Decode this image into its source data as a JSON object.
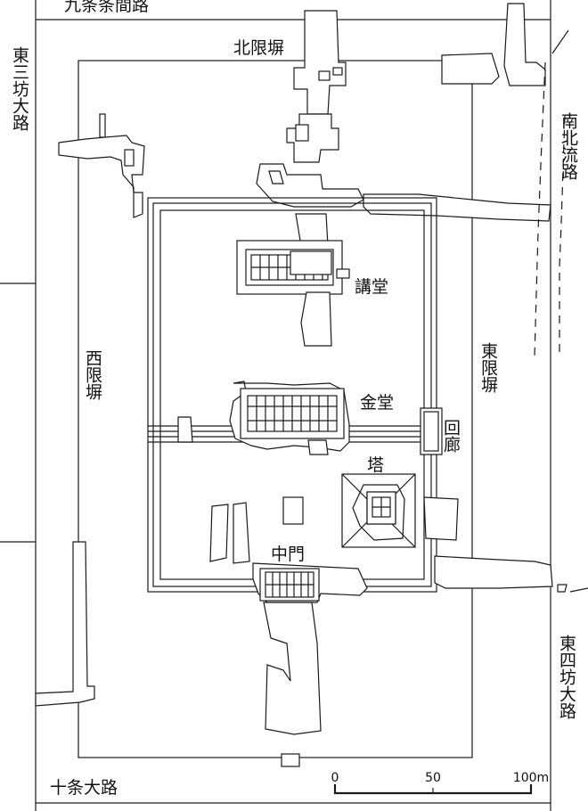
{
  "labels": {
    "top_road": "九条条間路",
    "north_wall": "北限塀",
    "lecture_hall": "講堂",
    "golden_hall": "金堂",
    "corridor": "回廊",
    "pagoda": "塔",
    "middle_gate": "中門",
    "west_wall": "西限塀",
    "east_wall": "東限塀",
    "stream": "南北流路",
    "road_east3": "東三坊大路",
    "road_east4": "東四坊大路",
    "road_jujo": "十条大路"
  },
  "scale": {
    "ticks": [
      "0",
      "50",
      "100m"
    ],
    "max_value": 100,
    "unit": "m"
  }
}
